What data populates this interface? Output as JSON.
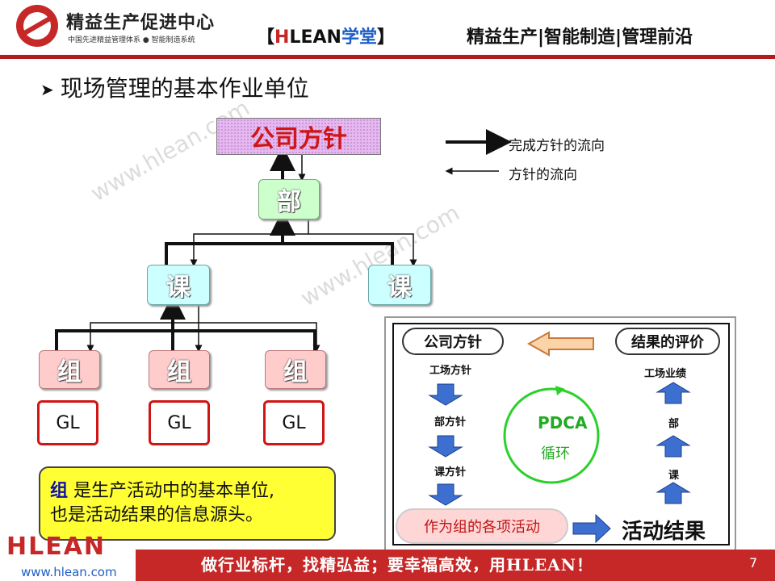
{
  "header": {
    "org_title": "精益生产促进中心",
    "org_subtitle": "中国先进精益管理体系 ● 智能制造系统",
    "brand_open": "【",
    "brand_h": "H",
    "brand_lean": "LEAN",
    "brand_school": "学堂",
    "brand_close": "】",
    "tagline": "精益生产|智能制造|管理前沿"
  },
  "section_title": "现场管理的基本作业单位",
  "watermark": "www.hlean.com",
  "org_chart": {
    "policy": "公司方针",
    "dept": "部",
    "sections": [
      "课",
      "课"
    ],
    "groups": [
      "组",
      "组",
      "组"
    ],
    "leaders": [
      "GL",
      "GL",
      "GL"
    ]
  },
  "legend": {
    "thick": "完成方针的流向",
    "thin": "方针的流向"
  },
  "note": {
    "keyword": "组",
    "line1_rest": " 是生产活动中的基本单位,",
    "line2": "也是活动结果的信息源头。"
  },
  "pdca": {
    "policy_pill": "公司方针",
    "eval_pill": "结果的评价",
    "left_steps": [
      "工场方针",
      "部方针",
      "课方针"
    ],
    "right_steps": [
      "工场业绩",
      "部",
      "课"
    ],
    "center_label": "PDCA",
    "center_sub": "循环",
    "activity": "作为组的各项活动",
    "result": "活动结果"
  },
  "footer": {
    "slogan": "做行业标杆，找精弘益；要幸福高效，用HLEAN！",
    "page": "7",
    "logo": "HLEAN",
    "url": "www.hlean.com"
  },
  "colors": {
    "brand_red": "#c62828",
    "brand_blue": "#1e5fc6",
    "dept_green": "#ccffcc",
    "section_cyan": "#ccffff",
    "group_pink": "#ffcccc",
    "note_yellow": "#ffff33",
    "pdca_green": "#22aa22"
  }
}
